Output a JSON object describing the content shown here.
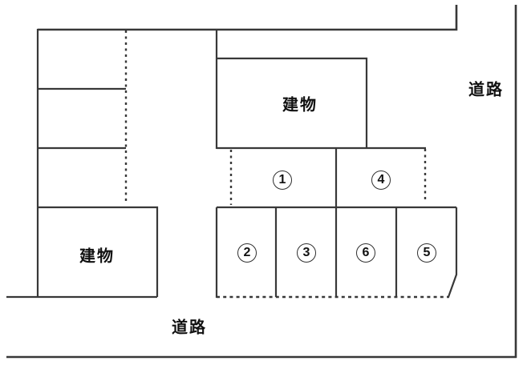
{
  "diagram": {
    "kind": "parking-site-plan",
    "colors": {
      "line": "#383838",
      "text": "#111111",
      "background": "#ffffff"
    },
    "labels": {
      "building_top": "建物",
      "building_left": "建物",
      "road_right": "道路",
      "road_bottom": "道路"
    },
    "stalls": [
      {
        "number": "1"
      },
      {
        "number": "2"
      },
      {
        "number": "3"
      },
      {
        "number": "4"
      },
      {
        "number": "5"
      },
      {
        "number": "6"
      }
    ]
  }
}
